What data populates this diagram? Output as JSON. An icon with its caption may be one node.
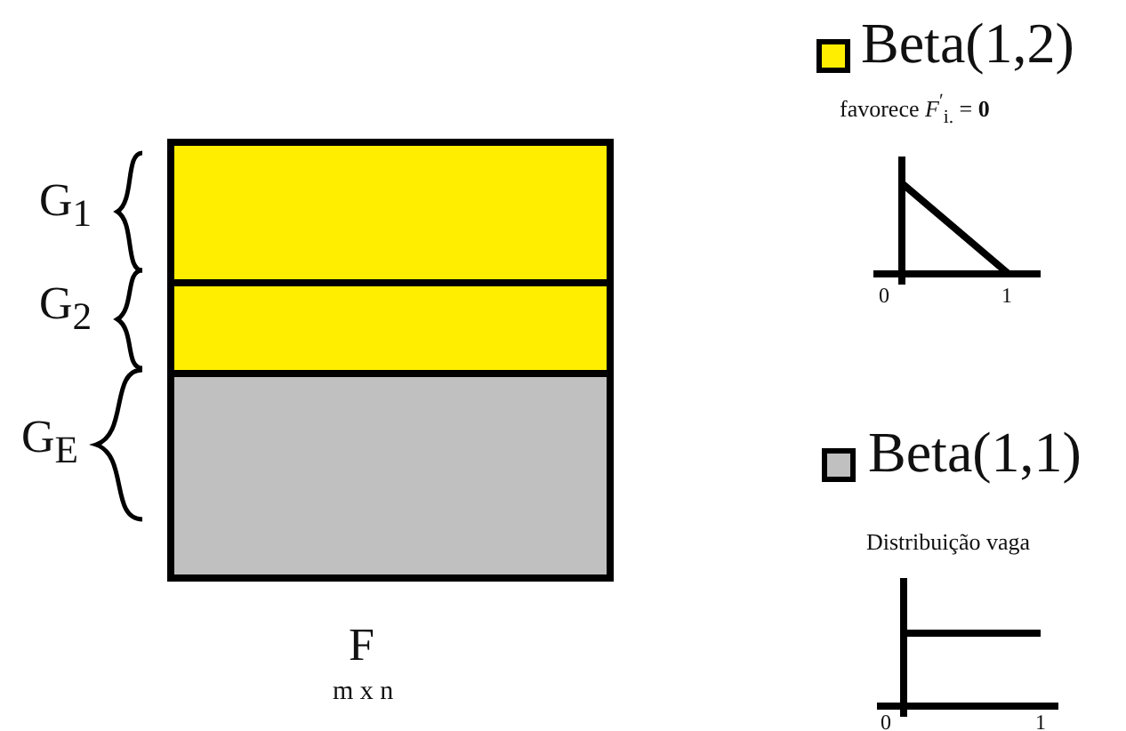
{
  "diagram": {
    "nodes": [
      {
        "text": [],
        "shape": "box",
        "beside": [
          "F",
          "m x n"
        ]
      },
      {
        "text": [],
        "shape": "box",
        "in": 0,
        "beside": [
          "G$_{1}$"
        ]
      },
      {
        "text": [],
        "shape": "box",
        "in": 0,
        "beside": [
          "G$_{2}$"
        ]
      },
      {
        "text": [],
        "shape": "box",
        "in": 0,
        "beside": [
          "G$_{E}$"
        ]
      }
    ],
    "labels": [
      "favorece *F*$^{′}$$_{i.}$ = **0**",
      "0",
      "1",
      "Distribuição vaga",
      "0",
      "1"
    ],
    "legend": [
      {
        "text": "Beta(1,2)",
        "color": "#ffee00"
      },
      {
        "text": "Beta(1,1)",
        "color": "#c0c0c0"
      }
    ]
  }
}
